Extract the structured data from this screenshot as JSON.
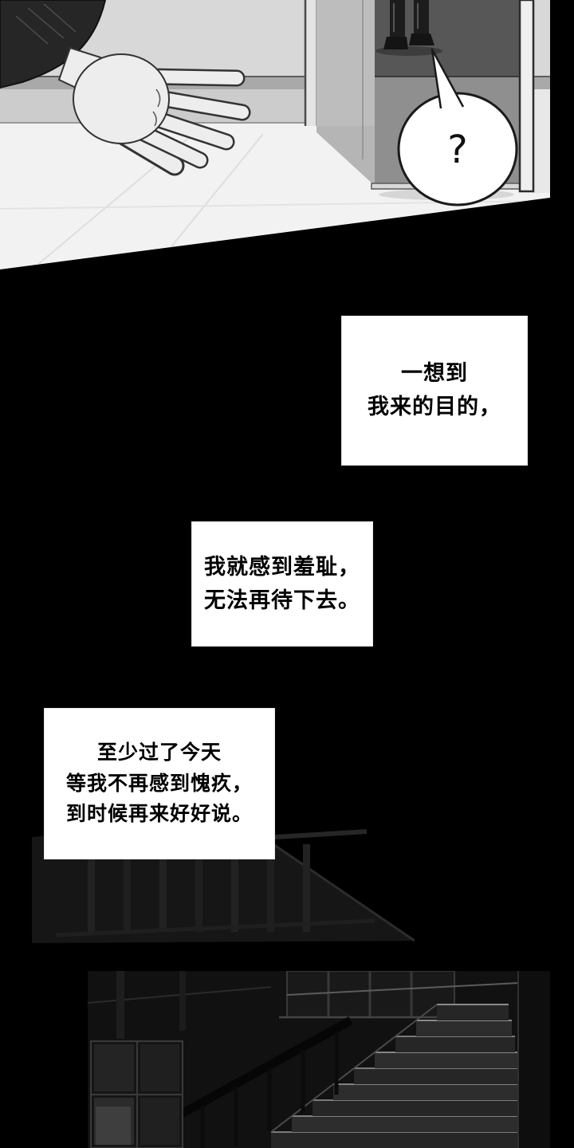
{
  "comic": {
    "speech_bubble": {
      "text": "?"
    },
    "captions": [
      {
        "lines": [
          "一想到",
          "我来的目的，"
        ]
      },
      {
        "lines": [
          "我就感到羞耻，",
          "无法再待下去。"
        ]
      },
      {
        "lines": [
          "至少过了今天",
          "等我不再感到愧疚，",
          "到时候再来好好说。"
        ]
      }
    ]
  },
  "colors": {
    "page_bg": "#000000",
    "panel_floor": "#f2f2f2",
    "panel_wall": "#d8d8d8",
    "doorway_dark": "#575757",
    "ink": "#1a1a1a",
    "caption_bg": "#ffffff",
    "caption_text": "#000000",
    "stairs_dark": "#111111"
  }
}
